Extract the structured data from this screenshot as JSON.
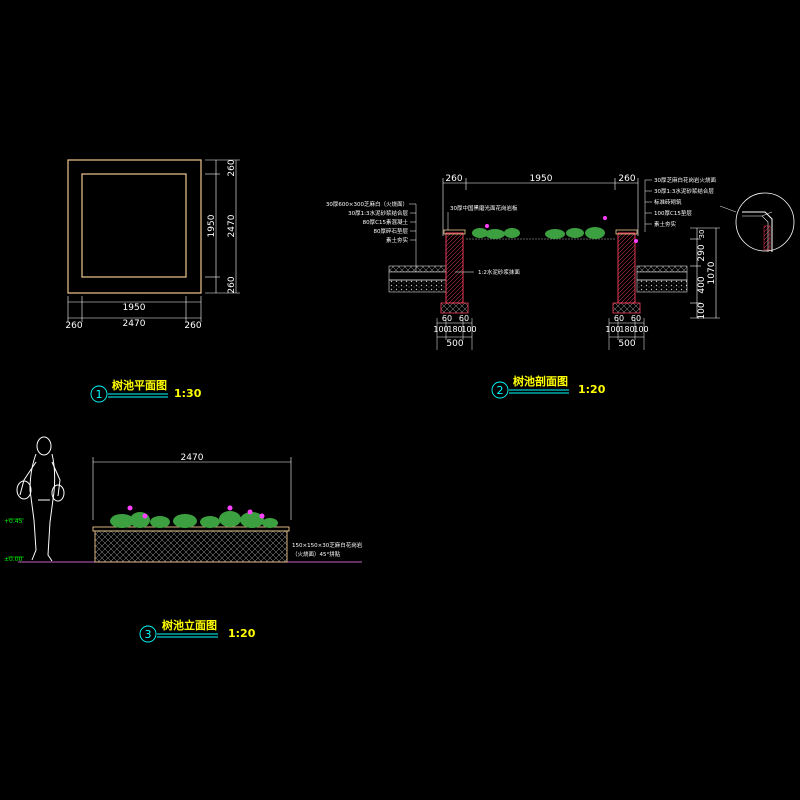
{
  "plan": {
    "title": "树池平面图",
    "number": "1",
    "scale": "1:30",
    "dims": {
      "top_right": "260",
      "mid_right_inner": "1950",
      "mid_right_outer": "2470",
      "bottom_right": "260",
      "bottom_inner": "1950",
      "bottom_left": "260",
      "bottom_total": "2470",
      "bottom_right_b": "260"
    }
  },
  "section": {
    "title": "树池剖面图",
    "number": "2",
    "scale": "1:20",
    "top_dims": [
      "260",
      "1950",
      "260"
    ],
    "notes_left": [
      "30厚600×300芝麻白（火烧面）",
      "30厚1:3水泥砂浆结合层",
      "80厚C15素混凝土",
      "80厚碎石垫层",
      "素土夯实"
    ],
    "note_top": "30厚中国黑磨光面花岗岩板",
    "note_mid": "1:2水泥砂浆抹面",
    "notes_right": [
      "30厚芝麻白花岗岩火烧面",
      "30厚1:3水泥砂浆结合层",
      "标准砖砌筑",
      "100厚C15垫层",
      "素土夯实"
    ],
    "right_dims": [
      "30",
      "290",
      "400",
      "100",
      "1070"
    ],
    "footing_dims_left": [
      "60",
      "60",
      "100",
      "180",
      "100",
      "500"
    ],
    "footing_dims_right": [
      "60",
      "60",
      "100",
      "180",
      "100",
      "500"
    ]
  },
  "elevation": {
    "title": "树池立面图",
    "number": "3",
    "scale": "1:20",
    "top_dim": "2470",
    "note": [
      "150×150×30芝麻白花岗岩",
      "（火烧面）45°拼贴"
    ],
    "level_upper": "+0.45",
    "level_lower": "±0.00"
  }
}
